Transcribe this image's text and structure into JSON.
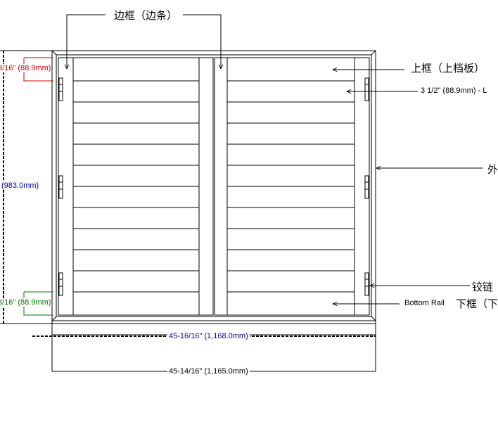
{
  "labels": {
    "stile": "边框（边条）",
    "top_rail": "上框（上档板）",
    "top_rail_spec": "3 1/2\" (88.9mm) - L",
    "outer_frame": "外",
    "hinge": "铰链",
    "bottom_rail_en": "Bottom Rail",
    "bottom_rail_cn": "下框（下"
  },
  "dimensions": {
    "top_rail_height": "3/16\" (88.9mm)",
    "overall_height": "(983.0mm)",
    "bottom_rail_height": "3/16\" (88.9mm)",
    "outer_width": "45-16/16\" (1,168.0mm)",
    "panel_width": "45-14/16\" (1,165.0mm)"
  },
  "colors": {
    "top_dim": "#cc0000",
    "bottom_dim": "#007700",
    "height_dim": "#000099",
    "width_dim": "#000099",
    "line": "#000000"
  },
  "louvers": {
    "count_per_panel": 11
  }
}
